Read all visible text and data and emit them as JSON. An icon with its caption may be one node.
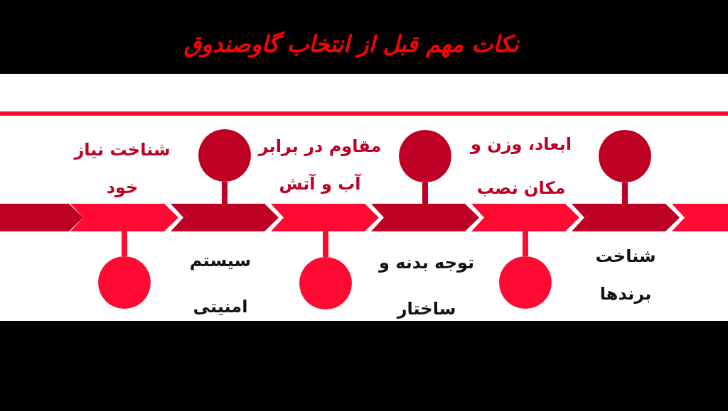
{
  "diagram": {
    "title": "نکات مهم قبل از انتخاب گاوصندوق",
    "nodes": [
      {
        "text": [],
        "shape": "circle"
      },
      {
        "text": [],
        "shape": "circle"
      },
      {
        "text": [],
        "shape": "circle"
      },
      {
        "text": [],
        "shape": "circle"
      },
      {
        "text": [],
        "shape": "circle"
      },
      {
        "text": [],
        "shape": "circle"
      },
      {
        "text": [],
        "shape": "chevron"
      },
      {
        "text": [],
        "shape": "chevron"
      },
      {
        "text": [],
        "shape": "chevron"
      },
      {
        "text": [],
        "shape": "chevron"
      },
      {
        "text": [],
        "shape": "chevron"
      },
      {
        "text": [],
        "shape": "chevron"
      },
      {
        "text": [],
        "shape": "chevron"
      },
      {
        "text": [],
        "shape": "chevron"
      }
    ],
    "edges": [
      {
        "from": 0,
        "to": 7,
        "arrow": "none"
      },
      {
        "from": 1,
        "to": 8,
        "arrow": "none",
        "color": "#bd0023"
      },
      {
        "from": 2,
        "to": 9,
        "arrow": "none"
      },
      {
        "from": 3,
        "to": 10,
        "arrow": "none",
        "color": "#bd0023"
      },
      {
        "from": 4,
        "to": 11,
        "arrow": "none"
      },
      {
        "from": 5,
        "to": 12,
        "arrow": "none",
        "color": "#bd0023"
      }
    ],
    "labels": [
      "شناخت نیاز خود",
      "سیستم امنیتی",
      "مقاوم در برابر آب و آتش",
      "توجه بدنه و ساختار",
      "ابعاد، وزن و مکان نصب",
      "شناخت برندها"
    ]
  }
}
